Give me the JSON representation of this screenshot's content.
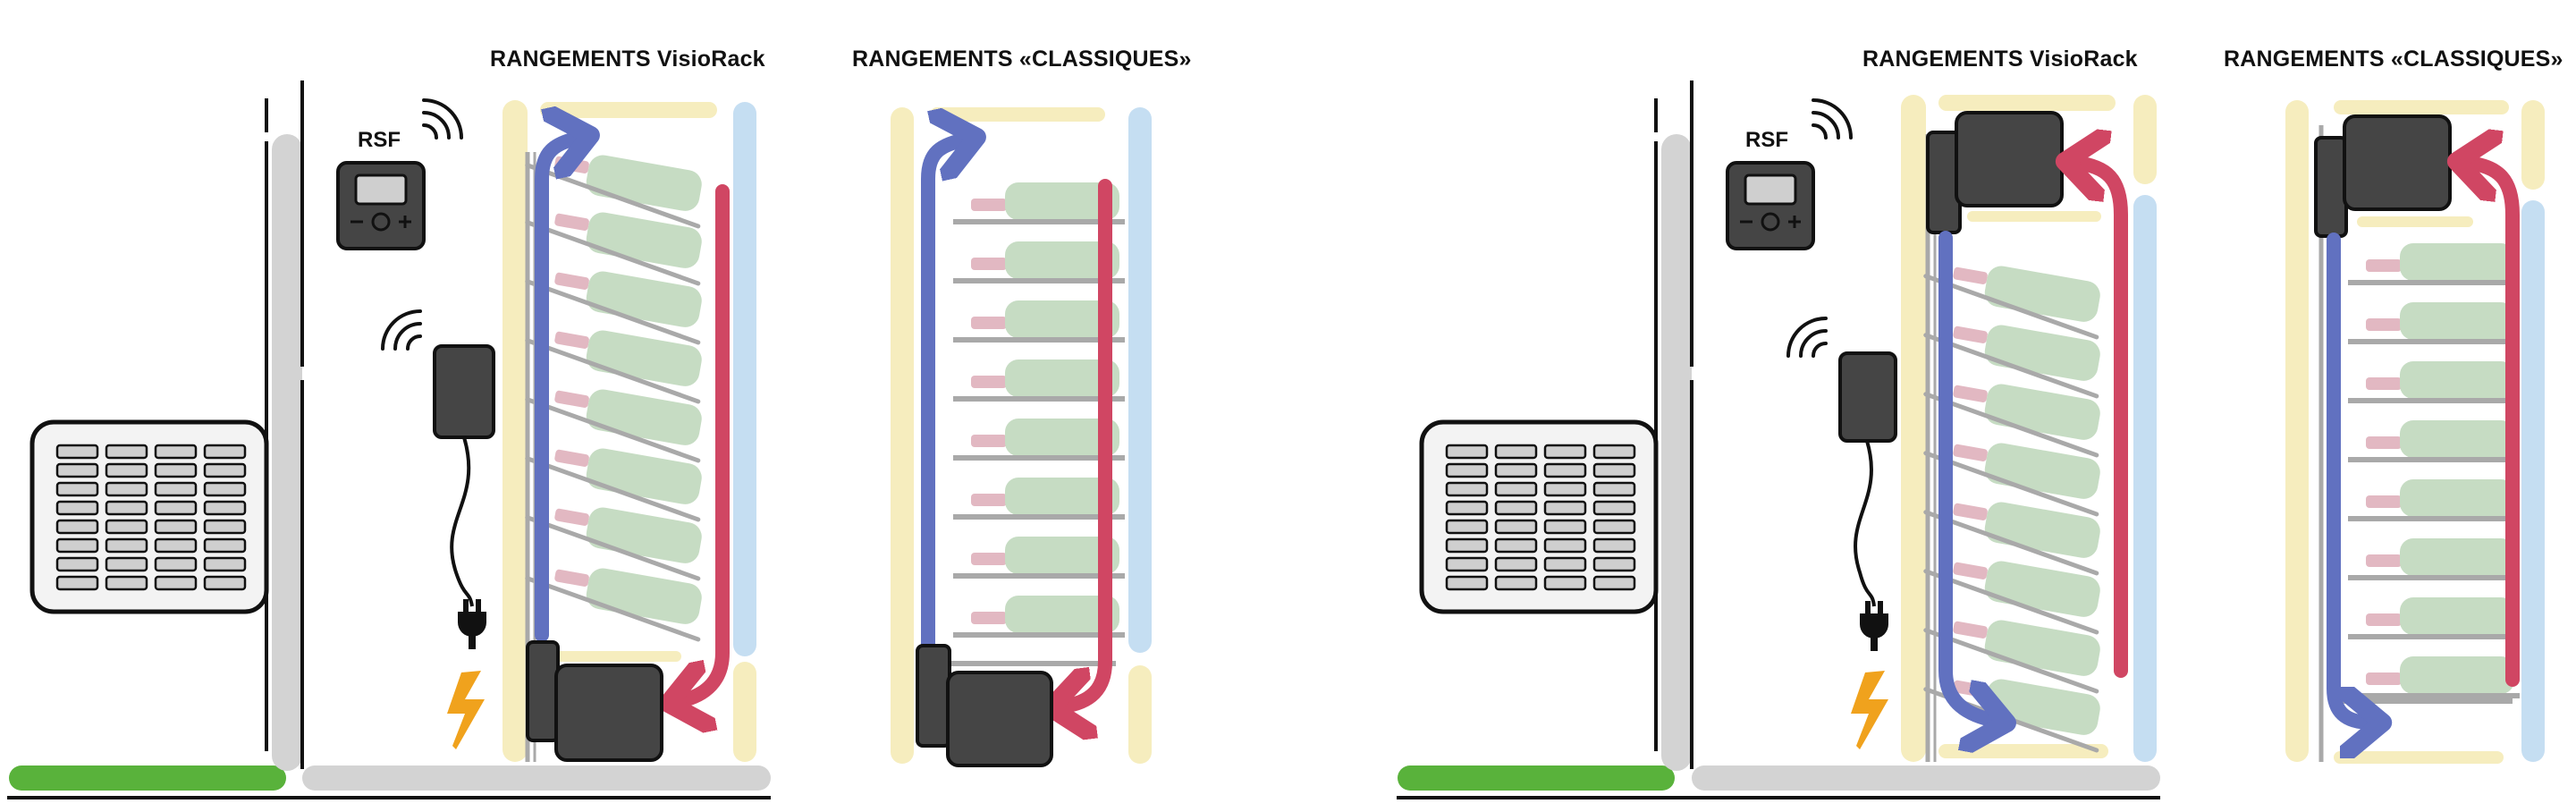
{
  "panels": [
    {
      "visiorack_title": "RANGEMENTS VisioRack",
      "classic_title": "RANGEMENTS «CLASSIQUES»",
      "thermostat_label": "RSF"
    },
    {
      "visiorack_title": "RANGEMENTS VisioRack",
      "classic_title": "RANGEMENTS «CLASSIQUES»",
      "thermostat_label": "RSF"
    }
  ],
  "colors": {
    "cold_air_arrow": "#6171c0",
    "warm_air_arrow": "#d04663",
    "bottle": "#c6dcc3",
    "bottle_neck": "#e2b8c2",
    "shelf": "#a9a9a9",
    "wall": "#d3d3d3",
    "yellow_band": "#f6edbe",
    "blue_band": "#c5def2",
    "floor_green": "#59b23b",
    "unit": "#454545",
    "lightning": "#f0a21d"
  },
  "icons": [
    "radiator-icon",
    "thermostat-icon",
    "wifi-icon",
    "sensor-icon",
    "power-plug-icon",
    "lightning-icon",
    "cooling-unit-icon"
  ]
}
